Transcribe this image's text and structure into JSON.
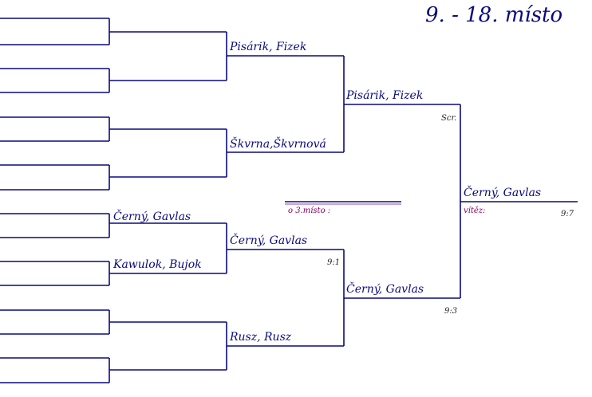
{
  "title": "9. - 18. místo",
  "round1": [
    {
      "name": ""
    },
    {
      "name": ""
    },
    {
      "name": ""
    },
    {
      "name": ""
    },
    {
      "name": ""
    },
    {
      "name": ""
    },
    {
      "name": "Černý, Gavlas"
    },
    {
      "name": "Kawulok, Bujok"
    },
    {
      "name": ""
    },
    {
      "name": ""
    }
  ],
  "round2": [
    {
      "name": "Pisárik, Fizek",
      "score": ""
    },
    {
      "name": "Škvrna,Škvrnová",
      "score": ""
    },
    {
      "name": "Černý, Gavlas",
      "score": "9:1"
    },
    {
      "name": "Rusz, Rusz",
      "score": ""
    }
  ],
  "round3": [
    {
      "name": "Pisárik, Fizek",
      "score": "Scr."
    },
    {
      "name": "Černý, Gavlas",
      "score": "9:3"
    }
  ],
  "final": {
    "name": "Černý, Gavlas",
    "label": "vítěz:",
    "score": "9:7"
  },
  "third_place": {
    "label": "o 3.místo :",
    "name": ""
  }
}
